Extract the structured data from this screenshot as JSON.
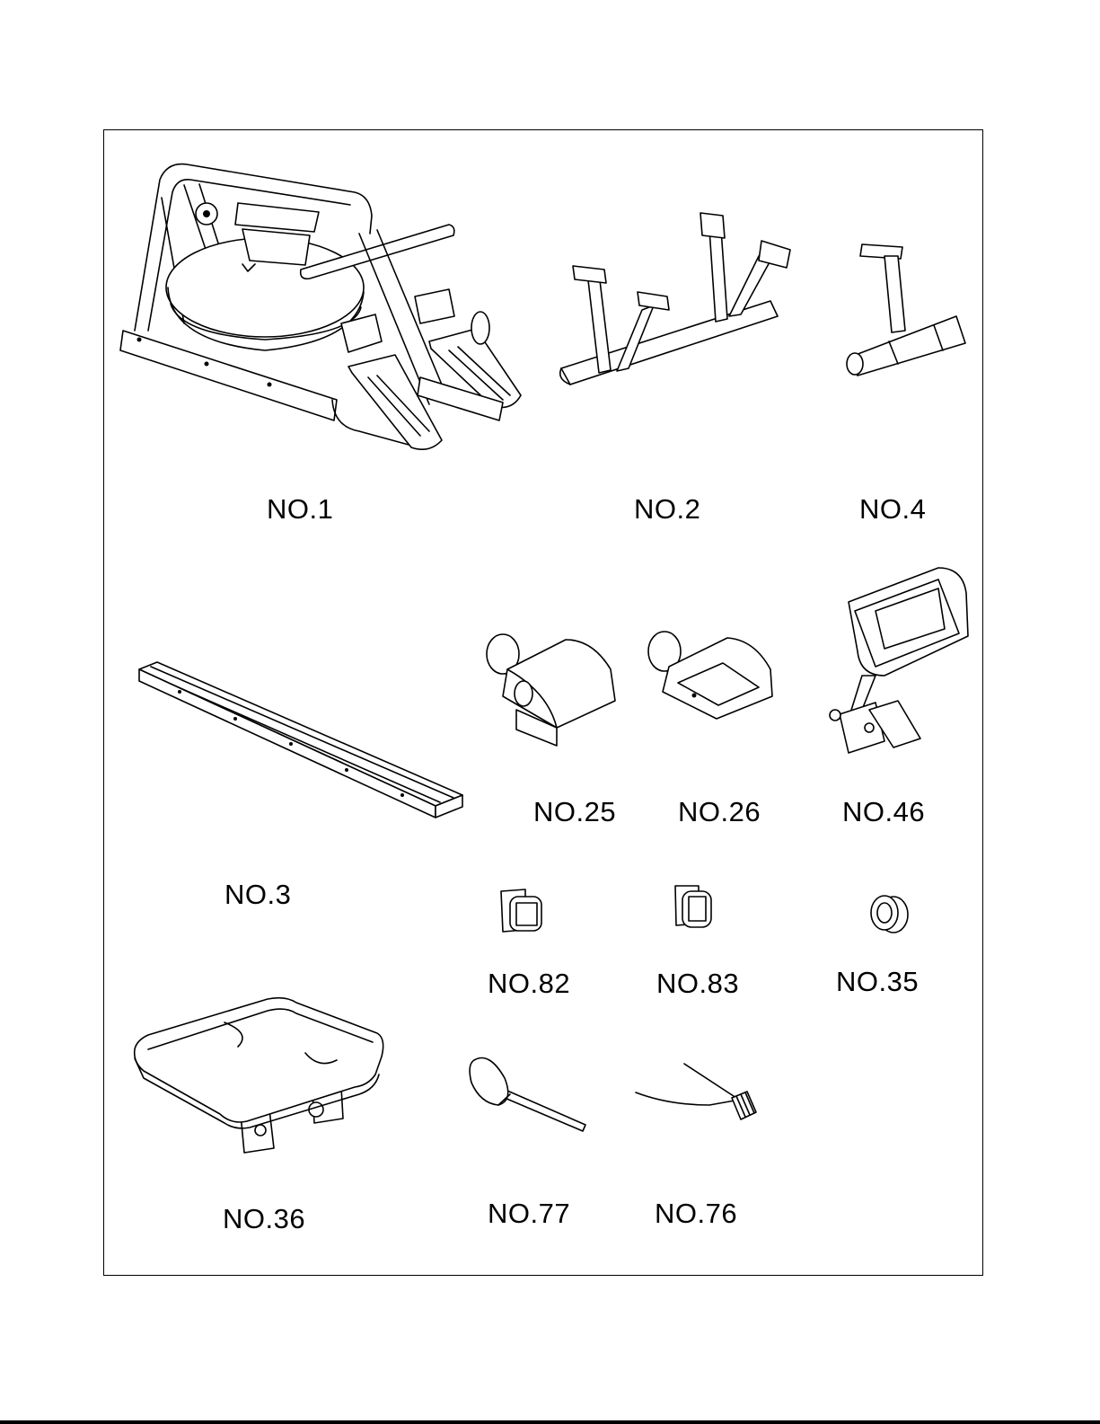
{
  "parts": [
    {
      "id": "rower-main-frame",
      "label": "NO.1"
    },
    {
      "id": "front-stabilizer",
      "label": "NO.2"
    },
    {
      "id": "rear-stabilizer",
      "label": "NO.4"
    },
    {
      "id": "slide-rail",
      "label": "NO.3"
    },
    {
      "id": "front-end-cap-closed",
      "label": "NO.25"
    },
    {
      "id": "front-end-cap-open",
      "label": "NO.26"
    },
    {
      "id": "monitor-with-bracket",
      "label": "NO.46"
    },
    {
      "id": "rail-cap-82",
      "label": "NO.82"
    },
    {
      "id": "rail-cap-83",
      "label": "NO.83"
    },
    {
      "id": "bushing-ring",
      "label": "NO.35"
    },
    {
      "id": "seat-assembly",
      "label": "NO.36"
    },
    {
      "id": "water-funnel",
      "label": "NO.77"
    },
    {
      "id": "siphon-pump",
      "label": "NO.76"
    }
  ]
}
